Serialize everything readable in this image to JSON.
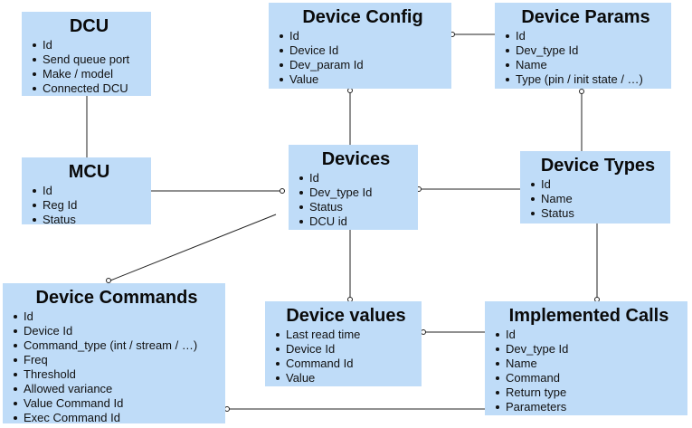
{
  "entities": {
    "dcu": {
      "title": "DCU",
      "fields": [
        "Id",
        "Send queue port",
        "Make / model",
        "Connected DCU"
      ]
    },
    "mcu": {
      "title": "MCU",
      "fields": [
        "Id",
        "Reg Id",
        "Status"
      ]
    },
    "device_config": {
      "title": "Device Config",
      "fields": [
        "Id",
        "Device Id",
        "Dev_param Id",
        "Value"
      ]
    },
    "device_params": {
      "title": "Device Params",
      "fields": [
        "Id",
        "Dev_type Id",
        "Name",
        "Type (pin / init state / …)"
      ]
    },
    "devices": {
      "title": "Devices",
      "fields": [
        "Id",
        "Dev_type Id",
        "Status",
        "DCU id"
      ]
    },
    "device_types": {
      "title": "Device Types",
      "fields": [
        "Id",
        "Name",
        "Status"
      ]
    },
    "device_commands": {
      "title": "Device Commands",
      "fields": [
        "Id",
        "Device Id",
        "Command_type (int / stream / …)",
        "Freq",
        "Threshold",
        "Allowed variance",
        "Value Command Id",
        "Exec Command Id"
      ]
    },
    "device_values": {
      "title": "Device values",
      "fields": [
        "Last read time",
        "Device Id",
        "Command Id",
        "Value"
      ]
    },
    "implemented_calls": {
      "title": "Implemented Calls",
      "fields": [
        "Id",
        "Dev_type Id",
        "Name",
        "Command",
        "Return type",
        "Parameters"
      ]
    }
  }
}
